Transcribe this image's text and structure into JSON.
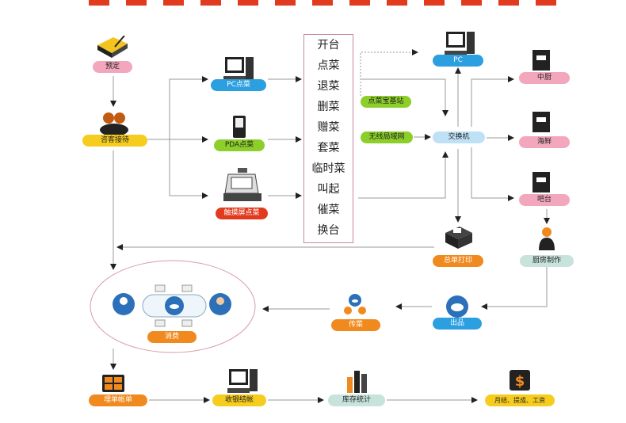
{
  "colors": {
    "pink": "#f2a7bd",
    "yellow": "#f6cc1e",
    "blue": "#2b9fe0",
    "green": "#8ccf2a",
    "red": "#e23a1e",
    "orange": "#f08a1f",
    "skyblue": "#bfe1f5",
    "teal": "#c7e3dc",
    "line": "#9a9a9a"
  },
  "nodes": {
    "yuding": "预定",
    "jiedai": "咨客接待",
    "pc_diancai": "PC点菜",
    "pda_diancai": "PDA点菜",
    "touch_diancai": "触摸屏点菜",
    "pc": "PC",
    "jizhan": "点菜宝基站",
    "wuxian": "无线局域网",
    "jiaohuanji": "交换机",
    "zhongchu": "中厨",
    "haixian": "海鲜",
    "batai": "吧台",
    "chufang": "厨房制作",
    "zongdan": "总单打印",
    "chupin": "出品",
    "chuancai": "传菜",
    "xiaofei": "消费",
    "maidan": "埋单帐单",
    "shouyin": "收银结帐",
    "kucun": "库存统计",
    "yuejie": "月结、提成、工资"
  },
  "menu": [
    "开台",
    "点菜",
    "退菜",
    "删菜",
    "赠菜",
    "套菜",
    "临时菜",
    "叫起",
    "催菜",
    "换台"
  ]
}
